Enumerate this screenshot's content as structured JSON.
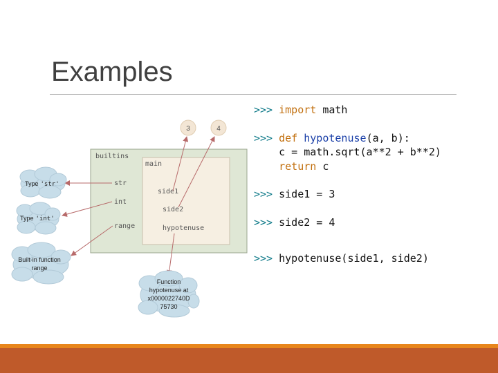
{
  "slide": {
    "title": "Examples",
    "accent_colors": {
      "footer_band": "#bf5a2a",
      "footer_stripe": "#e8861c",
      "prompt": "#0f7a89",
      "keyword": "#c2700f",
      "function_name": "#1a3fa8"
    }
  },
  "code": {
    "prompt": ">>>",
    "line_import_kw": "import",
    "line_import_rest": " math",
    "line_def_kw": "def",
    "line_def_name": "hypotenuse",
    "line_def_rest": "(a, b):",
    "line_body": "    c = math.sqrt(a**2 + b**2)",
    "line_return_kw": "return",
    "line_return_rest": " c",
    "line_side1": "side1 = 3",
    "line_side2": "side2 = 4",
    "line_call": "hypotenuse(side1, side2)"
  },
  "diagram": {
    "builtins_label": "builtins",
    "main_label": "main",
    "builtin_names": [
      "str",
      "int",
      "range"
    ],
    "main_names": [
      "side1",
      "side2",
      "hypotenuse"
    ],
    "value_3": "3",
    "value_4": "4",
    "cloud_str_text": "Type",
    "cloud_str_code": "'str'",
    "cloud_int_text": "Type",
    "cloud_int_code": "'int'",
    "cloud_range_line1": "Built-in function",
    "cloud_range_line2": "range",
    "cloud_function_lines": [
      "Function",
      "hypotenuse at",
      "x0000022740D",
      "75730"
    ]
  }
}
